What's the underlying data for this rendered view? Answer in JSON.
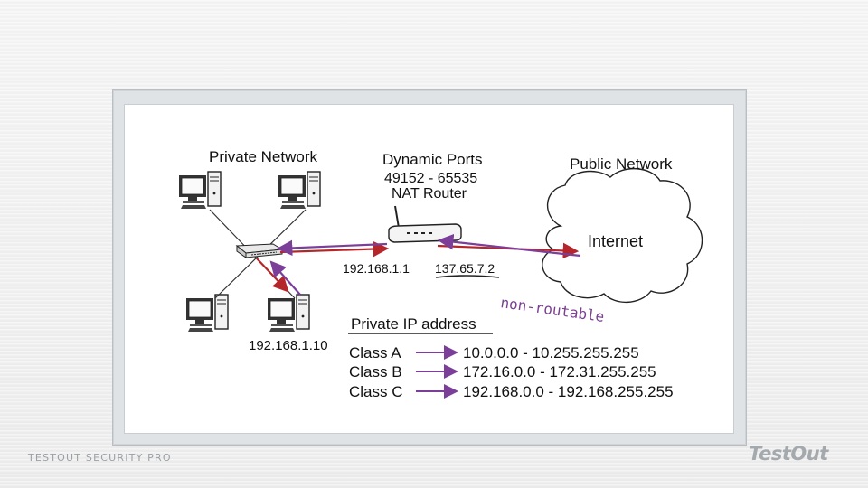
{
  "diagram": {
    "private_network_label": "Private Network",
    "dynamic_ports_label": "Dynamic Ports",
    "port_range": "49152 - 65535",
    "nat_router_label": "NAT Router",
    "public_network_label": "Public Network",
    "internet_label": "Internet",
    "router_internal_ip": "192.168.1.1",
    "router_external_ip": "137.65.7.2",
    "host_ip": "192.168.1.10",
    "non_routable_label": "non-routable",
    "private_ip_heading": "Private IP address",
    "classes": [
      {
        "name": "Class A",
        "range": "10.0.0.0 - 10.255.255.255"
      },
      {
        "name": "Class B",
        "range": "172.16.0.0 - 172.31.255.255"
      },
      {
        "name": "Class C",
        "range": "192.168.0.0 - 192.168.255.255"
      }
    ]
  },
  "colors": {
    "red_arrow": "#b5262a",
    "purple_arrow": "#7b3f9a",
    "annotation": "#7a3f92"
  },
  "footer": {
    "left": "TESTOUT SECURITY PRO",
    "logo": "TestOut"
  }
}
